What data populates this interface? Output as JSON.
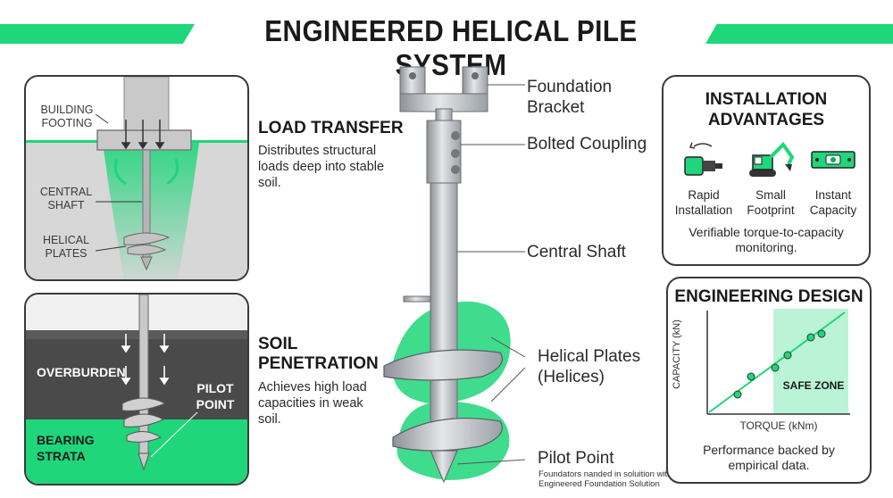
{
  "title": "ENGINEERED HELICAL PILE SYSTEM",
  "load_panel": {
    "building_footing": "BUILDING\nFOOTING",
    "central_shaft": "CENTRAL\nSHAFT",
    "helical_plates": "HELICAL\nPLATES"
  },
  "load_transfer": {
    "heading": "LOAD TRANSFER",
    "text": "Distributes structural loads deep into stable soil."
  },
  "soil_panel": {
    "overburden": "OVERBURDEN",
    "pilot_point": "PILOT\nPOINT",
    "bearing_strata": "BEARING\nSTRATA"
  },
  "soil_penetration": {
    "heading": "SOIL\nPENETRATION",
    "text": "Achieves high load capacities in weak soil."
  },
  "callouts": {
    "foundation_bracket": "Foundation\nBracket",
    "bolted_coupling": "Bolted Coupling",
    "central_shaft": "Central Shaft",
    "helical_plates": "Helical Plates\n(Helices)",
    "pilot_point": "Pilot Point",
    "footnote": "Foundators nanded in soluition with\nEngineered Foundation Solution"
  },
  "installation": {
    "heading": "INSTALLATION\nADVANTAGES",
    "items": [
      {
        "label": "Rapid\nInstallation",
        "icon": "drive-motor-icon"
      },
      {
        "label": "Small\nFootprint",
        "icon": "excavator-icon"
      },
      {
        "label": "Instant\nCapacity",
        "icon": "level-icon"
      }
    ],
    "note": "Verifiable torque-to-capacity\nmonitoring."
  },
  "engineering": {
    "heading": "ENGINEERING DESIGN",
    "ylabel": "CAPACITY (kN)",
    "xlabel": "TORQUE (kNm)",
    "safe_zone": "SAFE ZONE",
    "caption": "Performance backed by\nempirical data."
  },
  "colors": {
    "accent": "#1fd67a",
    "dark": "#3a3a3a",
    "steel": "#b8bcc0"
  }
}
